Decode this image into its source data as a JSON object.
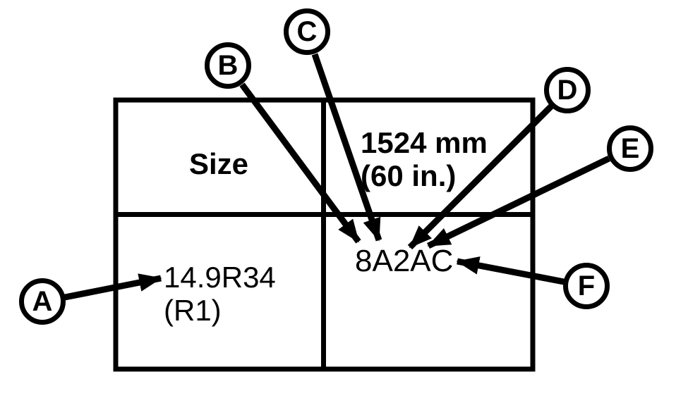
{
  "diagram": {
    "description": "Tire sidewall information table with lettered callouts",
    "colors": {
      "background": "#ffffff",
      "line": "#000000",
      "text": "#000000"
    },
    "cells": {
      "size_label": "Size",
      "width_line1": "1524 mm",
      "width_line2": "(60 in.)",
      "tire_size_line1": "14.9R34",
      "tire_size_line2": "(R1)",
      "code": "8A2AC"
    },
    "callouts": [
      {
        "label": "A",
        "points_to": "tire-size-text"
      },
      {
        "label": "B",
        "points_to": "code-text"
      },
      {
        "label": "C",
        "points_to": "code-text"
      },
      {
        "label": "D",
        "points_to": "code-text"
      },
      {
        "label": "E",
        "points_to": "code-text"
      },
      {
        "label": "F",
        "points_to": "code-text"
      }
    ]
  }
}
